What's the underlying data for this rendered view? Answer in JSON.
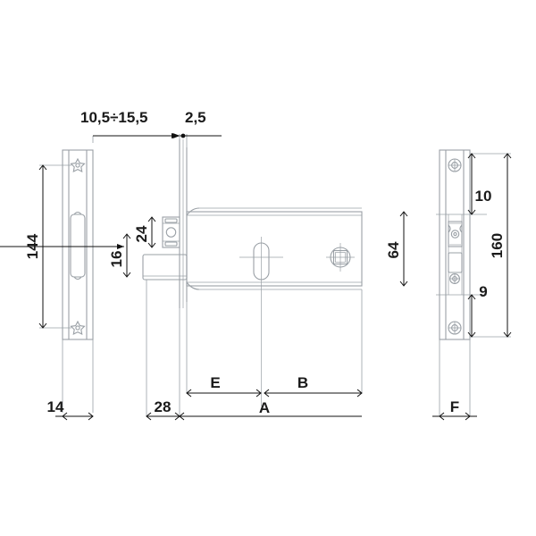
{
  "drawing": {
    "type": "mechanical-dimension-drawing",
    "subject": "mortise lock assembly",
    "views": [
      "left-faceplate-elevation",
      "main-section-view",
      "right-strike-plate-elevation"
    ],
    "units": "mm",
    "line_color": "#9aa0a6",
    "dim_color": "#1a1a1a",
    "arrow_color": "#111111",
    "background": "#ffffff"
  },
  "dimensions": {
    "backset_range": "10,5÷15,5",
    "faceplate_thickness": "2,5",
    "left_plate_height": "144",
    "left_plate_width": "14",
    "latch_offset": "24",
    "latch_height": "16",
    "body_height": "64",
    "front_offset": "28",
    "segment_e": "E",
    "segment_b": "B",
    "total_a": "A",
    "strike_top": "10",
    "strike_height": "160",
    "strike_bottom": "9",
    "strike_width": "F"
  },
  "features": {
    "left_view": {
      "name": "faceplate-elevation",
      "screws": [
        "star-screw-top",
        "star-screw-bottom"
      ],
      "cylinder_window": "rounded-slot"
    },
    "main_view": {
      "name": "lock-body-section",
      "keyhole": "stadium-key-slot",
      "follower": "square-spindle-hole",
      "latch_block": "latch-bolt-detail"
    },
    "right_view": {
      "name": "strike-plate-elevation",
      "screws": [
        "round-screw-top",
        "round-screw-mid",
        "round-screw-bottom"
      ],
      "openings": [
        "latch-cutout",
        "bolt-cutout"
      ]
    }
  }
}
